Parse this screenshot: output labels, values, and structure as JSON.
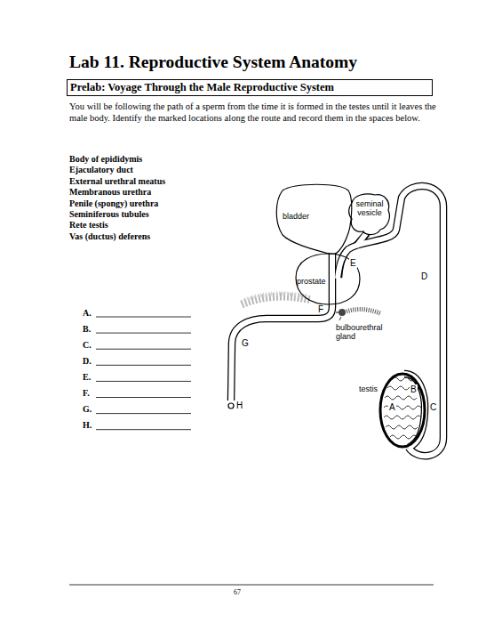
{
  "diagram": {
    "title": "Lab 11. Reproductive System Anatomy",
    "nodes": [
      {
        "text": [
          "Prelab: Voyage Through the Male Reproductive System"
        ]
      },
      {
        "text": [
          "seminal vesicle"
        ]
      },
      {
        "text": [
          "bladder"
        ]
      },
      {
        "text": [
          "prostate"
        ]
      },
      {
        "text": [
          "testis"
        ]
      }
    ],
    "labels": [
      "You will be following the path of a sperm from the time it is formed in the testes until it leaves the male body. Identify the marked locations along the route and record them in the spaces below.",
      "Body of epididymis",
      "Ejaculatory duct",
      "External urethral meatus",
      "Membranous urethra",
      "Penile (spongy) urethra",
      "Seminiferous tubules",
      "Rete testis",
      "Vas (ductus) deferens",
      "A.",
      "B.",
      "C.",
      "D.",
      "E.",
      "F.",
      "G.",
      "H.",
      "E",
      "D",
      "F",
      "bulbourethral gland",
      "G",
      "B",
      "A",
      "C",
      "H",
      "67"
    ]
  }
}
